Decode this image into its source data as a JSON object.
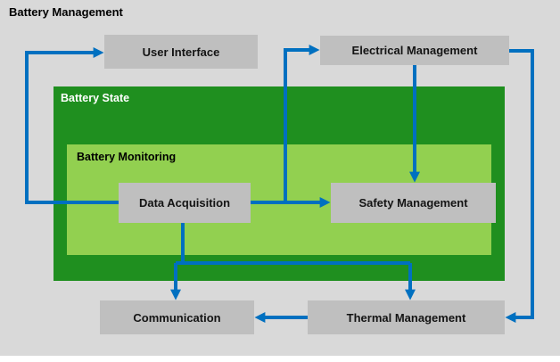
{
  "title": "Battery Management",
  "colors": {
    "background": "#d9d9d9",
    "box_gray": "#bfbfbf",
    "dark_green": "#1f8f1f",
    "light_green": "#92d050",
    "arrow_blue": "#0070c0"
  },
  "nodes": {
    "user_interface": "User Interface",
    "electrical_management": "Electrical Management",
    "battery_state": "Battery State",
    "battery_monitoring": "Battery Monitoring",
    "data_acquisition": "Data Acquisition",
    "safety_management": "Safety Management",
    "communication": "Communication",
    "thermal_management": "Thermal Management"
  },
  "edges": [
    {
      "from": "data_acquisition",
      "to": "user_interface"
    },
    {
      "from": "data_acquisition",
      "to": "safety_management"
    },
    {
      "from": "data_acquisition",
      "to": "electrical_management"
    },
    {
      "from": "electrical_management",
      "to": "safety_management"
    },
    {
      "from": "data_acquisition",
      "to": "communication"
    },
    {
      "from": "data_acquisition",
      "to": "thermal_management"
    },
    {
      "from": "thermal_management",
      "to": "communication"
    },
    {
      "from": "electrical_management",
      "to": "thermal_management"
    }
  ]
}
